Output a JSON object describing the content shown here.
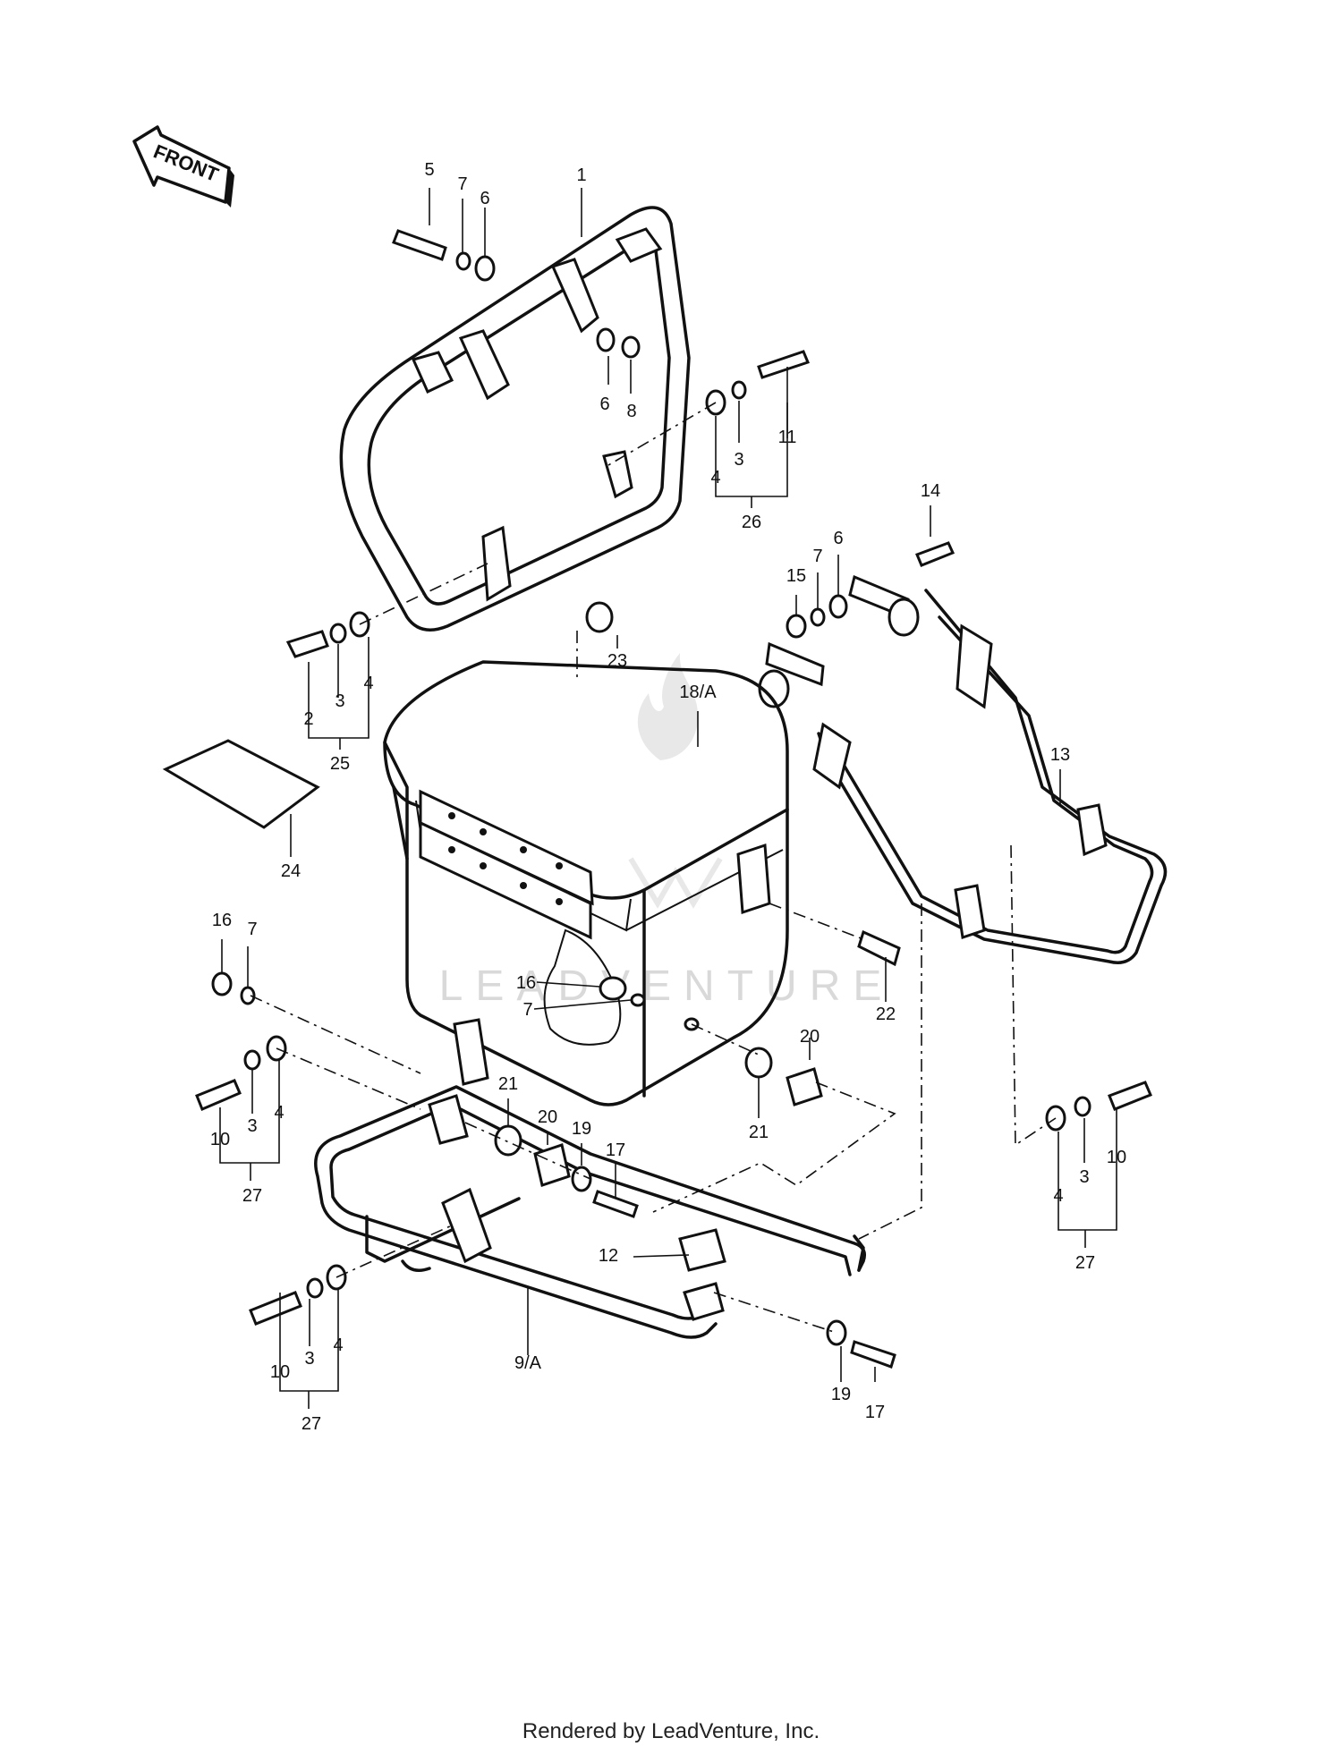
{
  "front_label": "FRONT",
  "watermark": "LEADVENTURE",
  "footer": "Rendered by LeadVenture, Inc.",
  "callouts": {
    "c1": "1",
    "c5": "5",
    "c7a": "7",
    "c6a": "6",
    "c6b": "6",
    "c8": "8",
    "c11": "11",
    "c3a": "3",
    "c4a": "4",
    "c26": "26",
    "c14": "14",
    "c15": "15",
    "c7b": "7",
    "c6c": "6",
    "c2": "2",
    "c3b": "3",
    "c4b": "4",
    "c25": "25",
    "c23": "23",
    "c18a": "18/A",
    "c13": "13",
    "c24": "24",
    "c16a": "16",
    "c7c": "7",
    "c16b": "16",
    "c7d": "7",
    "c22": "22",
    "c20a": "20",
    "c21a": "21",
    "c10a": "10",
    "c3c": "3",
    "c4c": "4",
    "c27a": "27",
    "c21b": "21",
    "c20b": "20",
    "c19a": "19",
    "c17a": "17",
    "c12": "12",
    "c10b": "10",
    "c3d": "3",
    "c4d": "4",
    "c27b": "27",
    "c9a": "9/A",
    "c19b": "19",
    "c17b": "17",
    "c10c": "10",
    "c3e": "3",
    "c4e": "4",
    "c27c": "27"
  }
}
